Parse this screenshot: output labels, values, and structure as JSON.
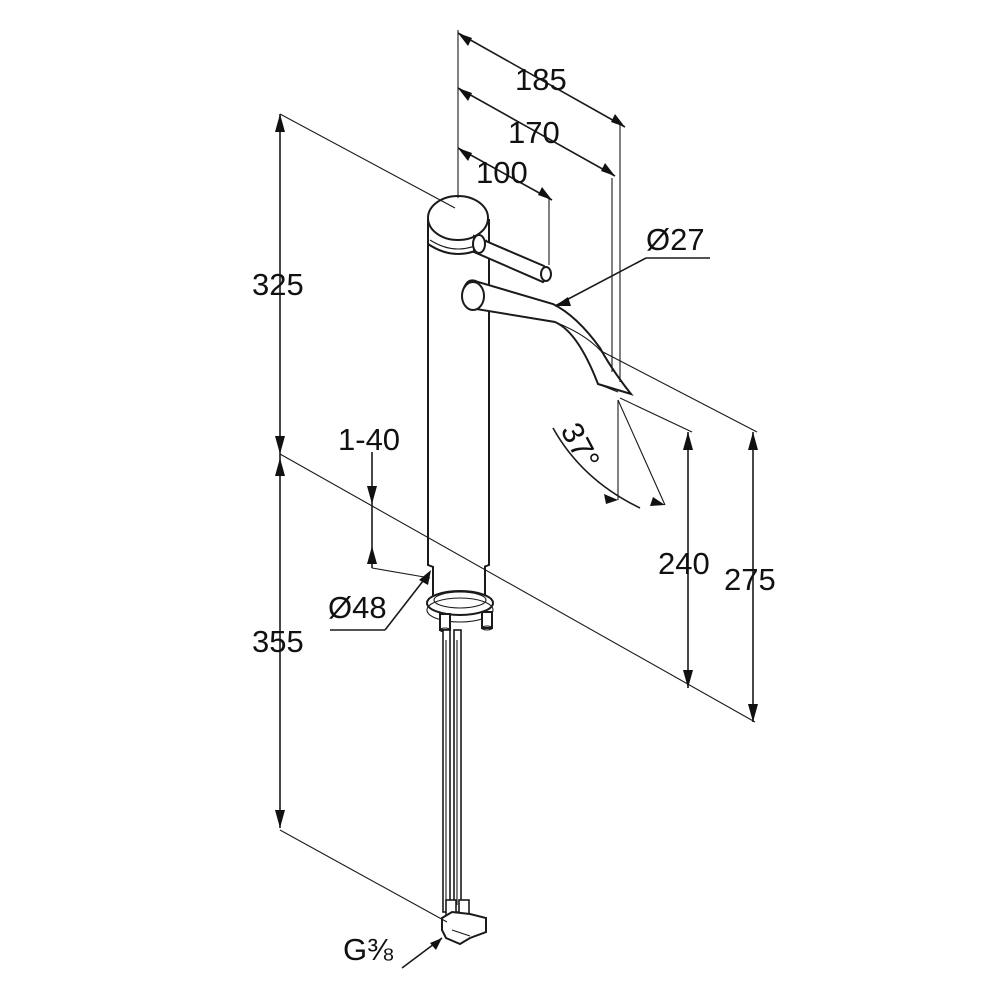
{
  "dimensions": {
    "total_reach": "185",
    "spout_reach": "170",
    "handle_reach": "100",
    "spout_diameter": "Ø27",
    "height_above_deck": "325",
    "deck_thickness": "1-40",
    "base_diameter": "Ø48",
    "hose_length": "355",
    "spout_angle": "37°",
    "spout_outlet_height": "240",
    "spout_top_height": "275",
    "connection_thread": "G⅜"
  }
}
